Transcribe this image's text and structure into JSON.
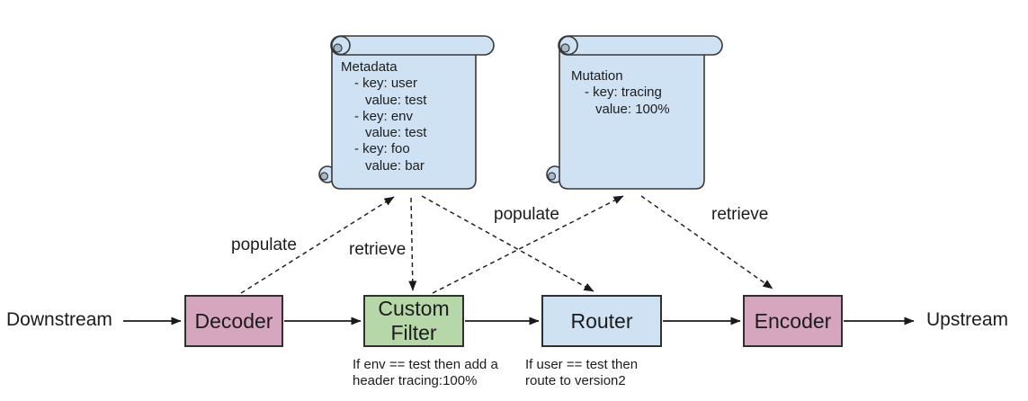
{
  "canvas": {
    "background": "#ffffff"
  },
  "flow": {
    "downstream_label": "Downstream",
    "upstream_label": "Upstream",
    "nodes": [
      {
        "id": "decoder",
        "label": "Decoder",
        "fill": "#d5a6bd",
        "caption": ""
      },
      {
        "id": "custom-filter",
        "label": "Custom\nFilter",
        "fill": "#b6d7a8",
        "caption": "If env == test then add a\nheader tracing:100%"
      },
      {
        "id": "router",
        "label": "Router",
        "fill": "#cfe2f3",
        "caption": "If user == test then\nroute to version2"
      },
      {
        "id": "encoder",
        "label": "Encoder",
        "fill": "#d5a6bd",
        "caption": ""
      }
    ]
  },
  "scrolls": [
    {
      "id": "metadata",
      "title": "Metadata",
      "lines": [
        "- key: user",
        "value: test",
        "- key: env",
        "value: test",
        "- key: foo",
        "value: bar"
      ]
    },
    {
      "id": "mutation",
      "title": "Mutation",
      "lines": [
        "- key: tracing",
        "value: 100%"
      ]
    }
  ],
  "edge_labels": [
    {
      "id": "populate-decoder-to-metadata",
      "text": "populate"
    },
    {
      "id": "retrieve-metadata-to-custom-filter",
      "text": "retrieve"
    },
    {
      "id": "populate-custom-filter-to-mutation",
      "text": "populate"
    },
    {
      "id": "retrieve-mutation-to-encoder",
      "text": "retrieve"
    }
  ],
  "colors": {
    "node_pink": "#d5a6bd",
    "node_green": "#b6d7a8",
    "node_blue": "#cfe2f3",
    "scroll_fill": "#cfe2f3",
    "scroll_curl_shade": "#a6b8cc",
    "shape_stroke": "#383838",
    "arrow": "#1a1a1a"
  }
}
